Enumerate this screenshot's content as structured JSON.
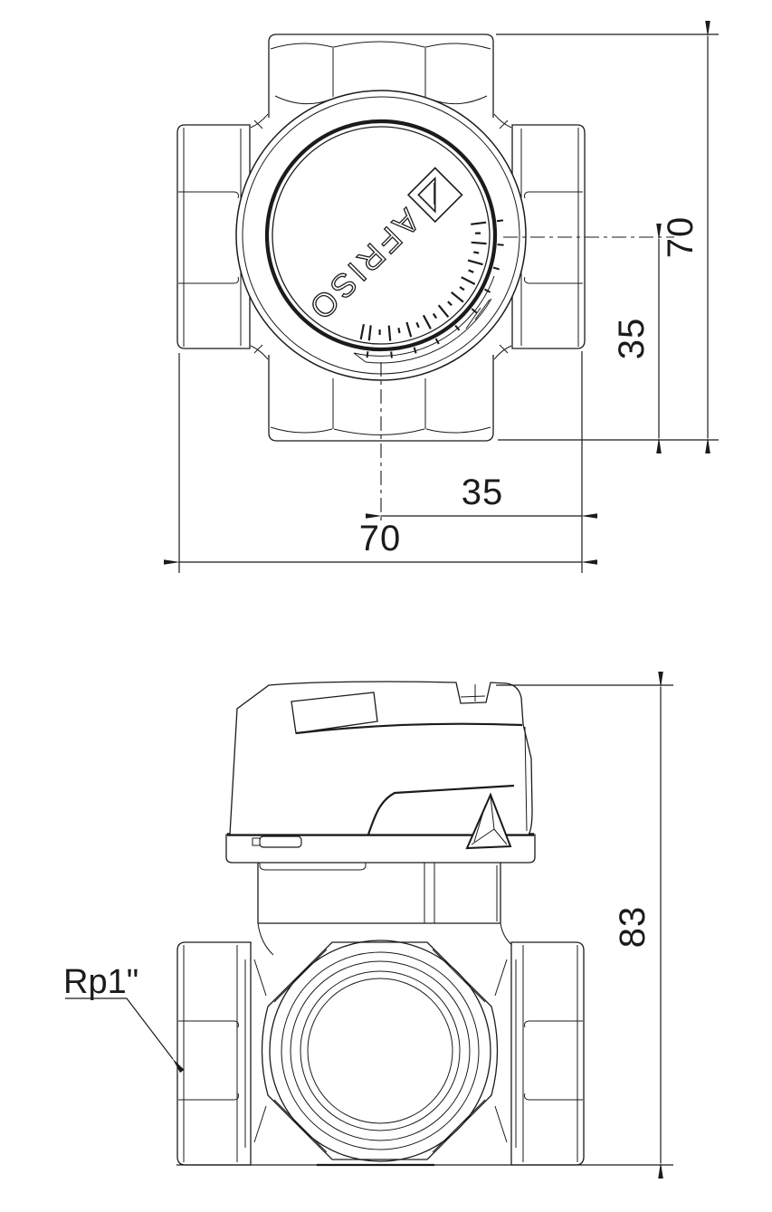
{
  "drawing": {
    "brand_text": "AFRISO",
    "dimensions": {
      "top_overall_height": "70",
      "top_center_to_bottom": "35",
      "top_center_to_right": "35",
      "top_overall_width": "70",
      "side_overall_height": "83"
    },
    "labels": {
      "connection_thread": "Rp1\""
    },
    "colors": {
      "line": "#1b1b1b",
      "background": "#ffffff"
    }
  }
}
